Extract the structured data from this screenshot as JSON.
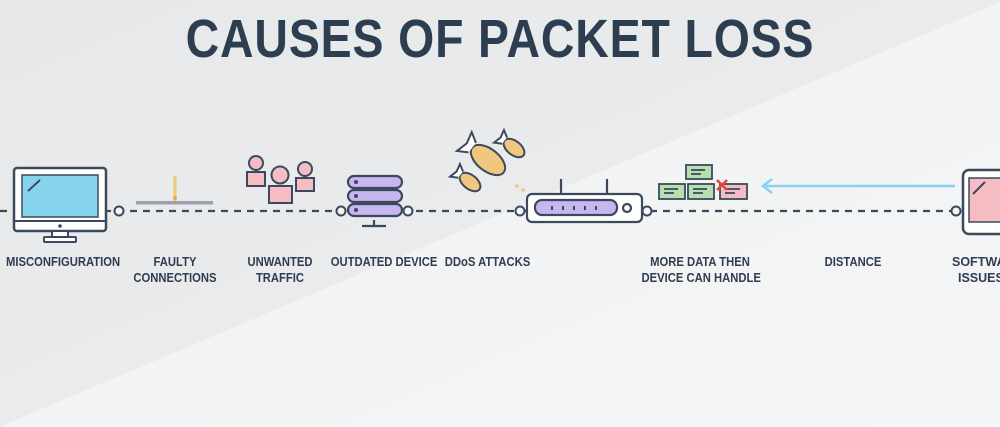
{
  "title": "CAUSES OF PACKET LOSS",
  "colors": {
    "text": "#2e3e51",
    "line": "#3a4a5c",
    "blue": "#86d3ee",
    "purple": "#c8b6f0",
    "pink": "#f5bcc3",
    "yellow": "#f1c77e",
    "green": "#b7dfb2",
    "red": "#e0463c"
  },
  "causes": [
    {
      "lines": [
        "MISCONFIGURATION"
      ]
    },
    {
      "lines": [
        "FAULTY",
        "CONNECTIONS"
      ]
    },
    {
      "lines": [
        "UNWANTED",
        "TRAFFIC"
      ]
    },
    {
      "lines": [
        "OUTDATED DEVICE"
      ]
    },
    {
      "lines": [
        "DDoS ATTACKS"
      ]
    },
    {
      "lines": [
        "MORE DATA THEN",
        "DEVICE CAN HANDLE"
      ]
    },
    {
      "lines": [
        "DISTANCE"
      ]
    },
    {
      "lines": [
        "SOFTWARE",
        "ISSUES"
      ]
    }
  ]
}
